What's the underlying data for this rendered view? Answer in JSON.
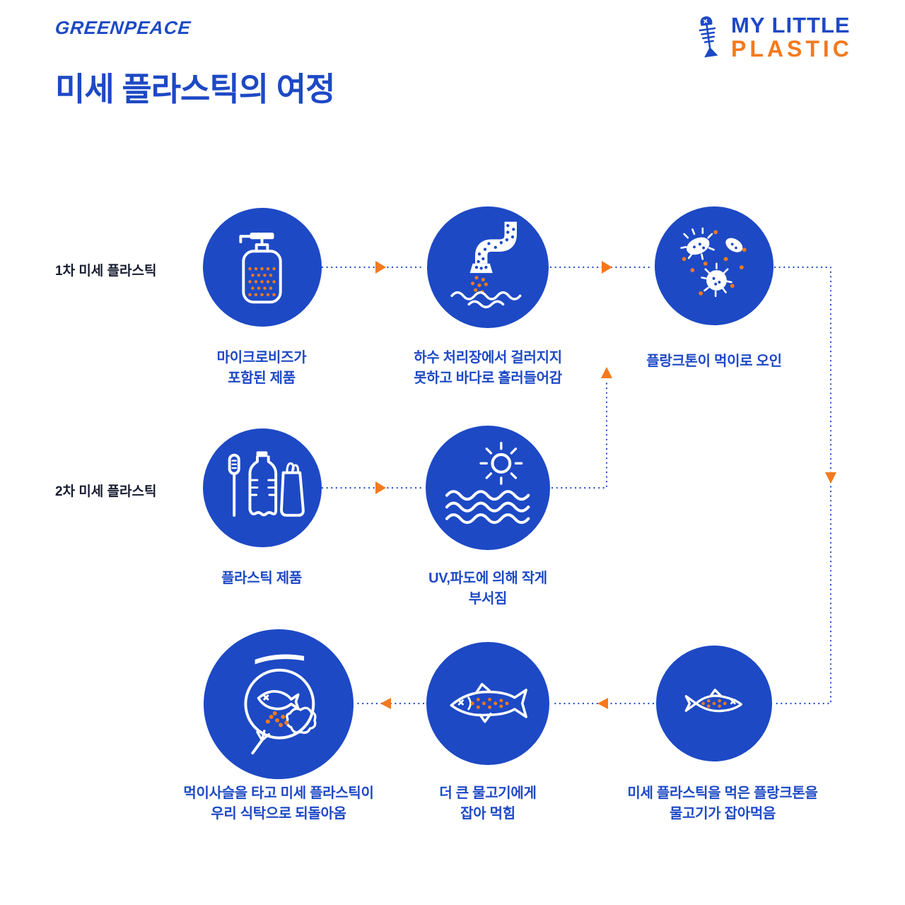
{
  "header": {
    "greenpeace_logo": "GREENPEACE",
    "brand": {
      "line1": "MY LITTLE",
      "line2": "PLASTIC",
      "icon": "fish-skeleton-icon"
    }
  },
  "title": "미세 플라스틱의 여정",
  "row_labels": {
    "primary": "1차 미세 플라스틱",
    "secondary": "2차 미세 플라스틱"
  },
  "nodes": [
    {
      "id": "microbeads",
      "caption": "마이크로비즈가\n포함된 제품",
      "icon": "pump-bottle-icon"
    },
    {
      "id": "sewage",
      "caption": "하수 처리장에서 걸러지지\n못하고 바다로 흘러들어감",
      "icon": "sewage-pipe-icon"
    },
    {
      "id": "plankton",
      "caption": "플랑크톤이 먹이로 오인",
      "icon": "plankton-icon"
    },
    {
      "id": "plastic-products",
      "caption": "플라스틱 제품",
      "icon": "plastic-products-icon"
    },
    {
      "id": "uv-waves",
      "caption": "UV,파도에 의해 작게\n부서짐",
      "icon": "sun-and-waves-icon"
    },
    {
      "id": "fish-eats-plankton",
      "caption": "미세 플라스틱을 먹은 플랑크톤을\n물고기가 잡아먹음",
      "icon": "small-fish-icon"
    },
    {
      "id": "bigger-fish",
      "caption": "더 큰 물고기에게\n잡아 먹힘",
      "icon": "big-fish-icon"
    },
    {
      "id": "back-to-table",
      "caption": "먹이사슬을 타고 미세 플라스틱이\n우리 식탁으로 되돌아옴",
      "icon": "plate-with-fish-icon"
    }
  ],
  "colors": {
    "blue": "#1d49c5",
    "orange": "#f5791d",
    "background": "#ffffff"
  }
}
